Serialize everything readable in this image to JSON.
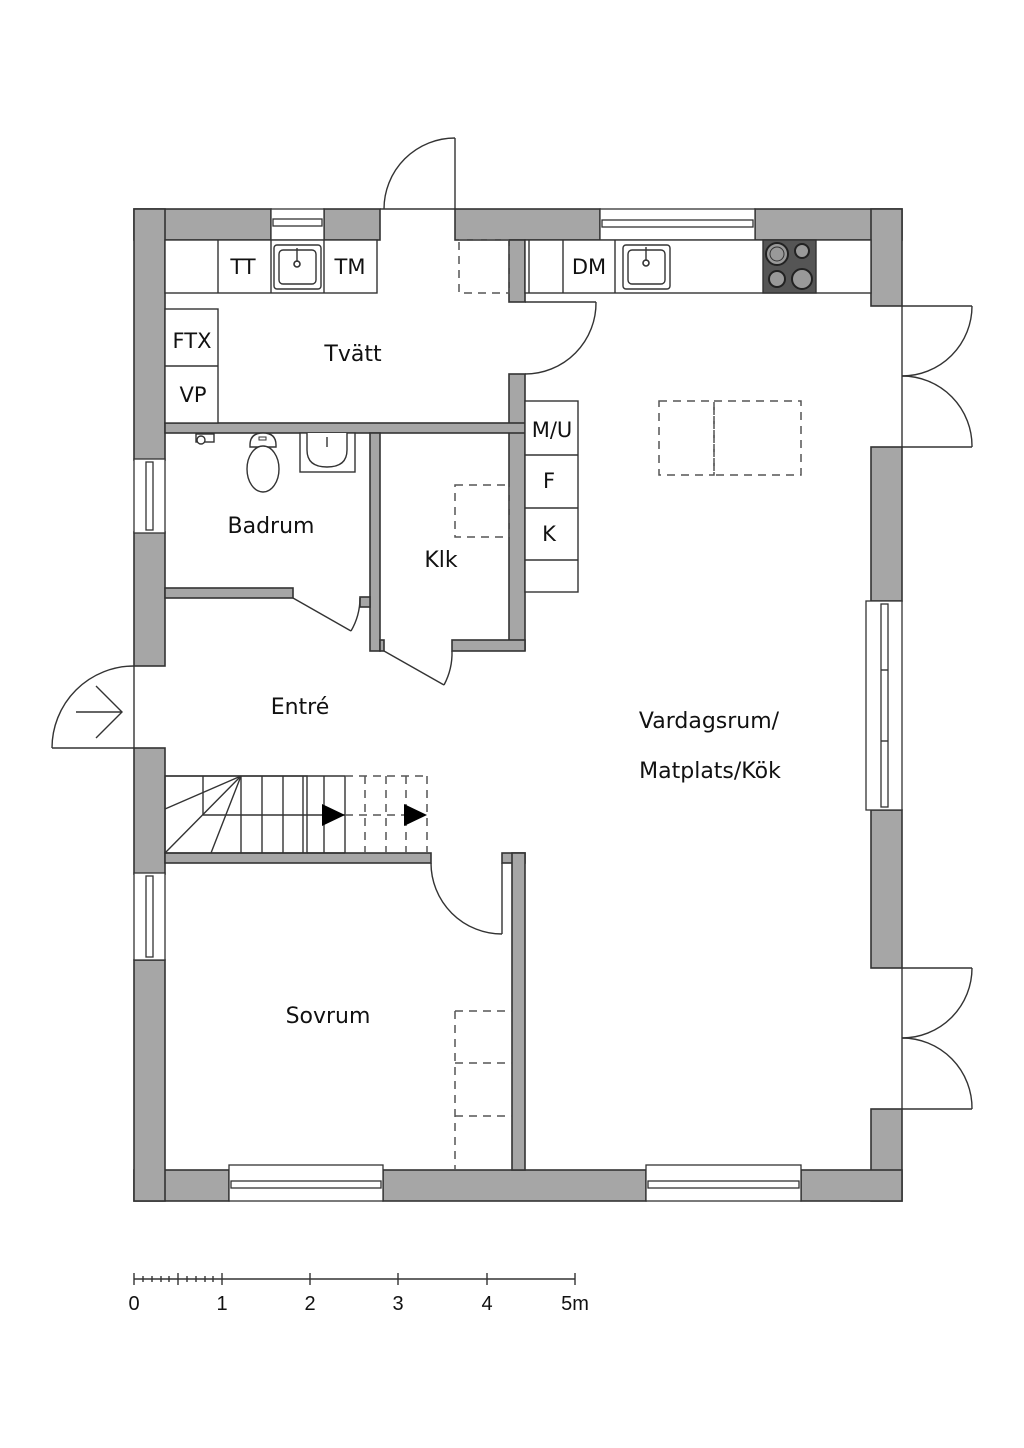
{
  "plan": {
    "wall_color": "#a6a6a6",
    "line_color": "#333333",
    "stove_color": "#555555",
    "rooms": {
      "tvatt": "Tvätt",
      "badrum": "Badrum",
      "klk": "Klk",
      "entre": "Entré",
      "sovrum": "Sovrum",
      "living_line1": "Vardagsrum/",
      "living_line2": "Matplats/Kök"
    },
    "appliances": {
      "tt": "TT",
      "tm": "TM",
      "ftx": "FTX",
      "vp": "VP",
      "dm": "DM",
      "mu": "M/U",
      "f": "F",
      "k": "K"
    },
    "icons": [
      "sink-icon",
      "stove-icon",
      "toilet-icon",
      "washbasin-icon",
      "shower-icon",
      "entrance-arrow-icon",
      "stair-direction-arrow-icon"
    ]
  },
  "scale_bar": {
    "labels": [
      "0",
      "1",
      "2",
      "3",
      "4",
      "5m"
    ],
    "unit": "m"
  }
}
